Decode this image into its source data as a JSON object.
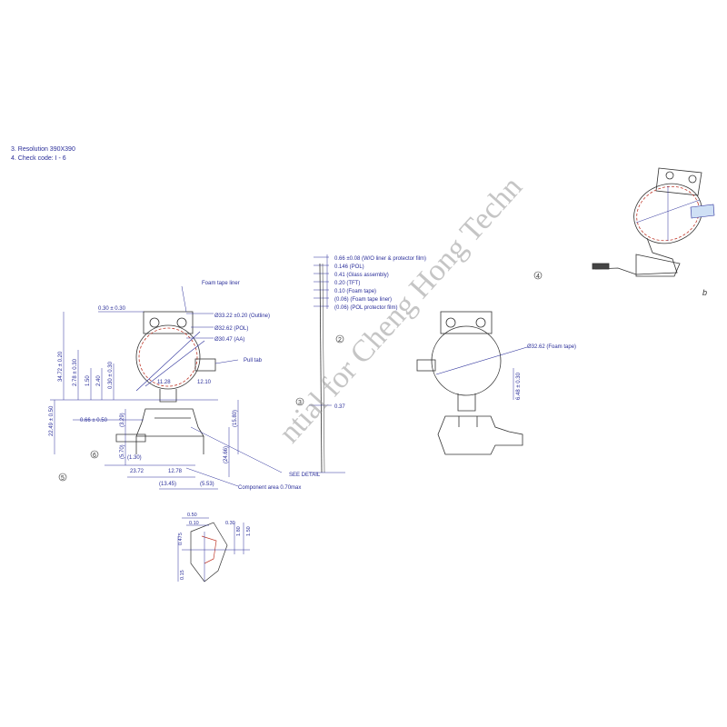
{
  "notes": {
    "resolution": "3. Resolution 390X390",
    "check_code": "4. Check code: I - 6"
  },
  "front_view": {
    "labels": {
      "foam_tape_liner": "Foam tape liner",
      "outline_dim": "Ø33.22 ±0.20 (Outline)",
      "pol_dim": "Ø32.62 (POL)",
      "aa_dim": "Ø30.47 (AA)",
      "pull_tab": "Pull tab",
      "top_width": "0.30 ± 0.30",
      "height_total": "34.72 ± 0.20",
      "dim_278": "2.78 ± 0.30",
      "dim_150": "1.50",
      "dim_240": "2.40",
      "dim_030": "0.30 ± 0.30",
      "dim_1128": "11.28",
      "dim_1210": "12.10",
      "dim_2249": "22.49 ± 0.50",
      "dim_066": "0.66 ± 0.50",
      "dim_329": "(3.29)",
      "dim_570": "(5.70)",
      "dim_130": "(1.30)",
      "dim_2372": "23.72",
      "dim_1278": "12.78",
      "dim_1345": "(13.45)",
      "dim_553": "(5.53)",
      "dim_1580": "(15.80)",
      "dim_2466": "(24.66)",
      "see_detail": "SEE DETAIL",
      "component_area": "Component area 0.70max",
      "circle5": "5",
      "circle6": "6"
    }
  },
  "side_view": {
    "labels": {
      "l1": "0.66 ±0.08  (W/O liner  & protector film)",
      "l2": "0.146 (POL)",
      "l3": "0.41 (Glass assembly)",
      "l4": "0.20 (TFT)",
      "l5": "0.10 (Foam tape)",
      "l6": "(0.06) (Foam tape liner)",
      "l7": "(0.06) (POL protector film)",
      "dim_037": "0.37",
      "circle2": "2",
      "circle3": "3"
    }
  },
  "back_view": {
    "labels": {
      "foam_dim": "Ø32.62 (Foam tape)",
      "dim_648": "6.48 ± 0.30"
    }
  },
  "iso_view": {
    "labels": {
      "circle4": "4",
      "mark": "b"
    }
  },
  "detail_view": {
    "labels": {
      "d050": "0.50",
      "d010": "0.10",
      "d030": "0.30",
      "d180": "1.80",
      "d150": "1.50",
      "d0475": "0.475",
      "d015": "0.15"
    }
  },
  "watermark": "ntial for Cheng Hong Techn",
  "colors": {
    "line": "#2b2f9a",
    "outline": "#333333",
    "accent": "#c0392b"
  }
}
